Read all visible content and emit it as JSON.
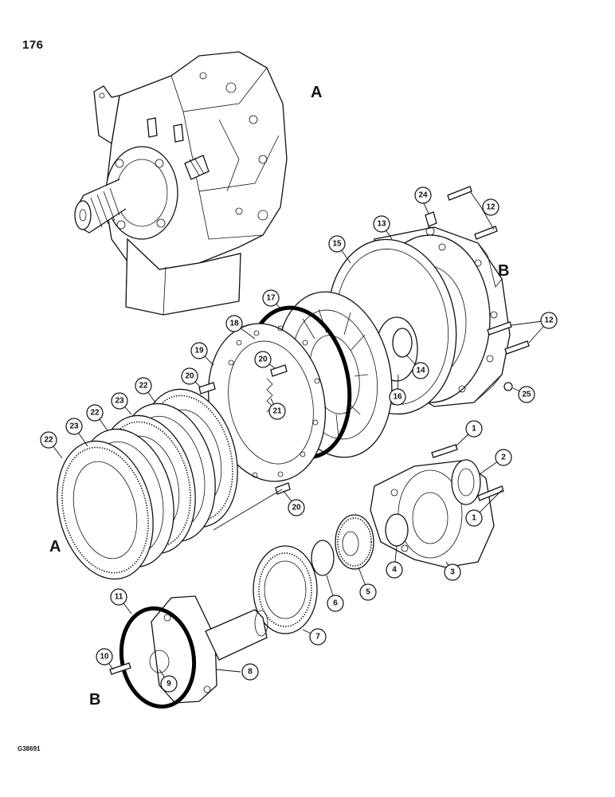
{
  "page": {
    "number": "176",
    "drawing_code": "G38691"
  },
  "reference_letters": [
    "A",
    "B",
    "A",
    "B"
  ],
  "callouts": [
    "1",
    "1",
    "2",
    "3",
    "4",
    "5",
    "6",
    "7",
    "8",
    "9",
    "10",
    "11",
    "12",
    "12",
    "13",
    "14",
    "15",
    "16",
    "17",
    "18",
    "19",
    "20",
    "20",
    "20",
    "21",
    "22",
    "22",
    "22",
    "23",
    "23",
    "24",
    "25"
  ]
}
